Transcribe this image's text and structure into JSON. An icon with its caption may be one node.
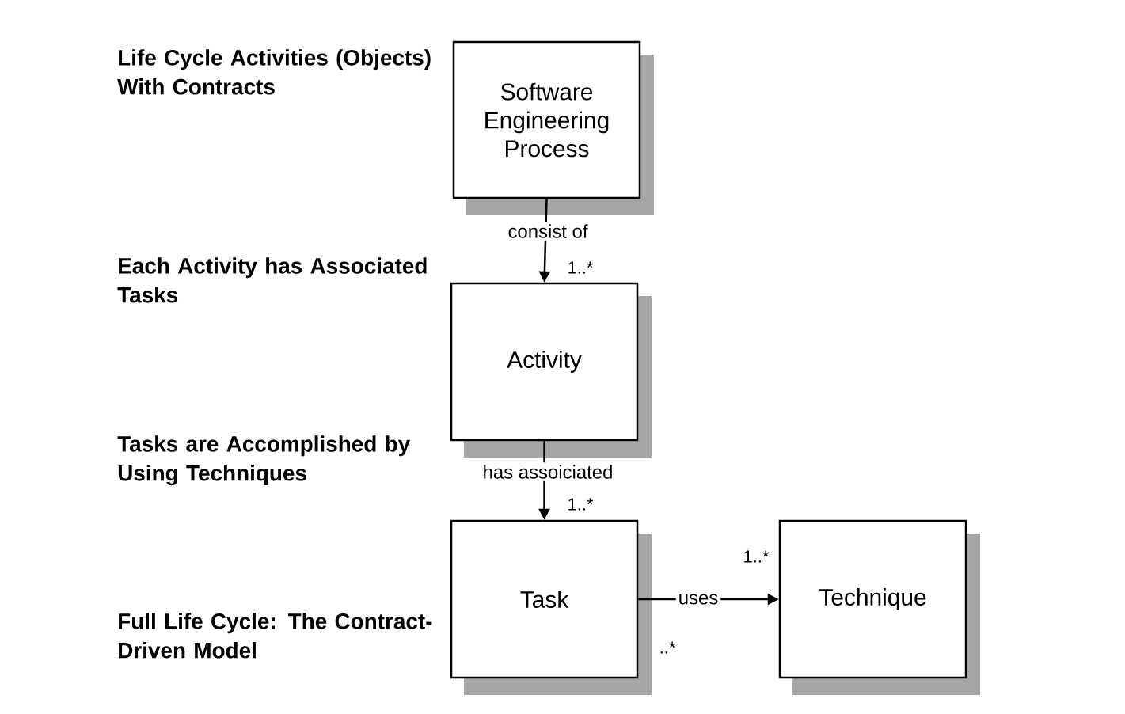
{
  "diagram": {
    "nodes": [
      {
        "text": [
          "Software Engineering Process"
        ]
      },
      {
        "text": [
          "Activity"
        ]
      },
      {
        "text": [
          "Task"
        ]
      },
      {
        "text": [
          "Technique"
        ]
      }
    ],
    "edges": [
      {
        "from": 0,
        "to": 1,
        "arrow": "to",
        "label": "consist of"
      },
      {
        "from": 1,
        "to": 2,
        "arrow": "to",
        "label": "has assoiciated"
      },
      {
        "from": 2,
        "to": 3,
        "arrow": "to",
        "label": "uses"
      }
    ],
    "labels": [
      "Life Cycle Activities (Objects) With Contracts",
      "1..*",
      "Each Activity has Associated Tasks",
      "Tasks are Accomplished by Using Techniques",
      "1..*",
      "1..*",
      "Full Life Cycle: The Contract-Driven Model",
      "..*"
    ]
  }
}
